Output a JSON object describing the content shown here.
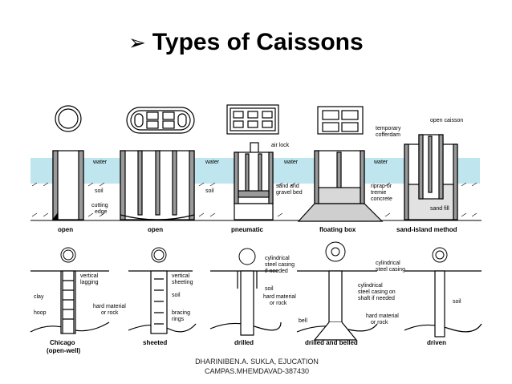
{
  "slide": {
    "title": "Types of Caissons",
    "bullet_icon": "arrow-bullet-icon",
    "credit_line1": "DHARINIBEN.A. SUKLA, EJUCATION",
    "credit_line2": "CAMPAS.MHEMDAVAD-387430"
  },
  "colors": {
    "water": "#bfe6ee",
    "outline": "#000000",
    "fill": "#9a9a9a"
  },
  "top_row": {
    "captions": [
      "open",
      "open",
      "pneumatic",
      "floating box",
      "sand-island method"
    ],
    "labels": {
      "water_1": "water",
      "water_2": "water",
      "water_3": "water",
      "water_4": "water",
      "soil_1": "soil",
      "soil_2": "soil",
      "cutting_edge_1": "cutting",
      "cutting_edge_2": "edge",
      "air_lock": "air lock",
      "sand_gravel_1": "sand and",
      "sand_gravel_2": "gravel bed",
      "riprap_1": "riprap or",
      "riprap_2": "tremie",
      "riprap_3": "concrete",
      "open_caisson": "open caisson",
      "cofferdam_1": "temporary",
      "cofferdam_2": "cofferdam",
      "sand_fill": "sand fill"
    }
  },
  "bottom_row": {
    "captions": [
      "Chicago",
      "(open-well)",
      "sheeted",
      "drilled",
      "drilled and belled",
      "driven"
    ],
    "labels": {
      "vertical_lagging_1": "vertical",
      "vertical_lagging_2": "lagging",
      "clay": "clay",
      "hoop": "hoop",
      "vertical_sheeting_1": "vertical",
      "vertical_sheeting_2": "sheeting",
      "soil_a": "soil",
      "hard_material_1a": "hard material",
      "hard_material_1b": "or rock",
      "bracing_1": "bracing",
      "bracing_2": "rings",
      "cyl_casing_1": "cylindrical",
      "cyl_casing_2": "steel casing",
      "cyl_casing_3": "if needed",
      "soil_b": "soil",
      "hard_material_2a": "hard material",
      "hard_material_2b": "or rock",
      "bell": "bell",
      "cyl_casing_4": "cylindrical",
      "cyl_casing_5": "steel casing",
      "cyl_shaft_1": "cylindrical",
      "cyl_shaft_2": "steel casing on",
      "cyl_shaft_3": "shaft if needed",
      "hard_material_3a": "hard material",
      "hard_material_3b": "or rock",
      "soil_c": "soil"
    }
  }
}
